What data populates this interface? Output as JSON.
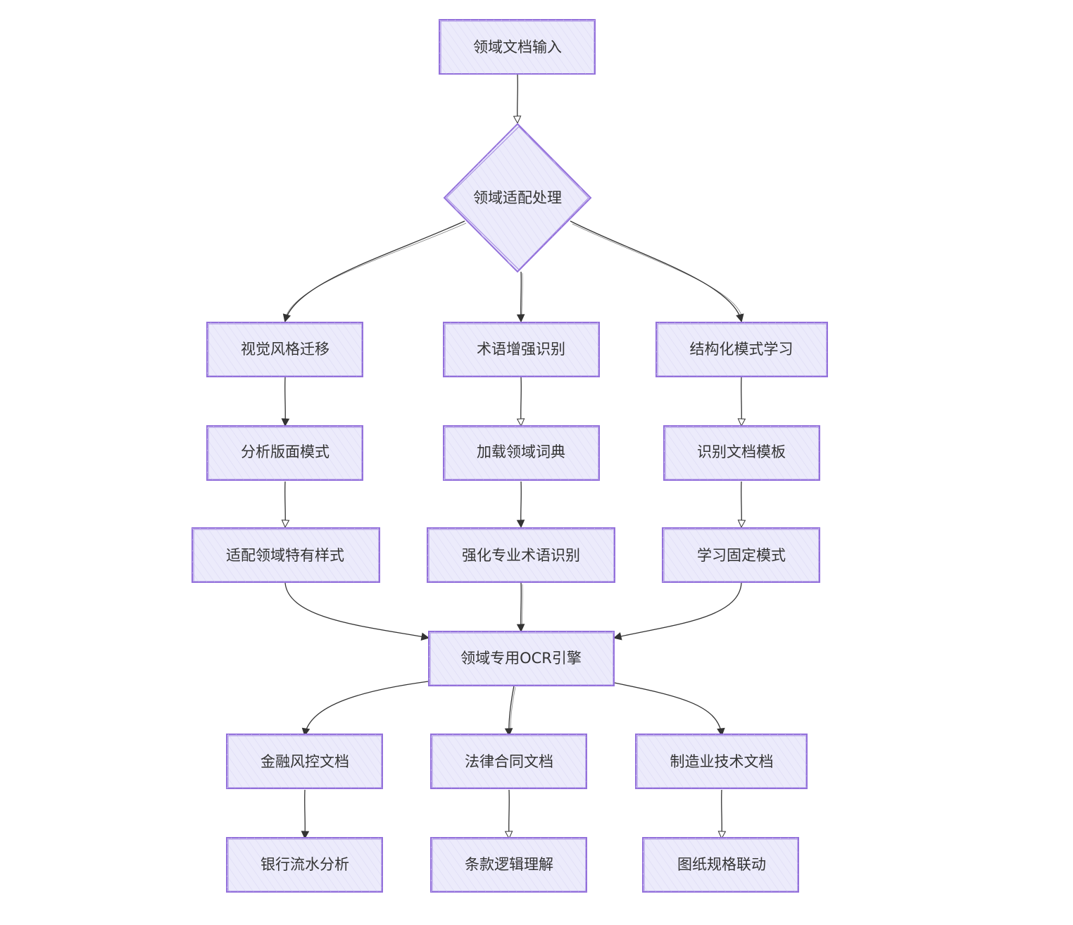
{
  "nodes": {
    "input": "领域文档输入",
    "adapt": "领域适配处理",
    "style_transfer": "视觉风格迁移",
    "term_enhance": "术语增强识别",
    "struct_learn": "结构化模式学习",
    "layout_analysis": "分析版面模式",
    "load_dict": "加载领域词典",
    "template_recog": "识别文档模板",
    "domain_style": "适配领域特有样式",
    "term_recog": "强化专业术语识别",
    "fixed_pattern": "学习固定模式",
    "engine": "领域专用OCR引擎",
    "finance": "金融风控文档",
    "legal": "法律合同文档",
    "manufacturing": "制造业技术文档",
    "bank_flow": "银行流水分析",
    "clause_logic": "条款逻辑理解",
    "drawing_link": "图纸规格联动"
  },
  "colors": {
    "node_fill": "#ecebfb",
    "node_stroke": "#9370db",
    "edge": "#333333",
    "text": "#333333"
  }
}
